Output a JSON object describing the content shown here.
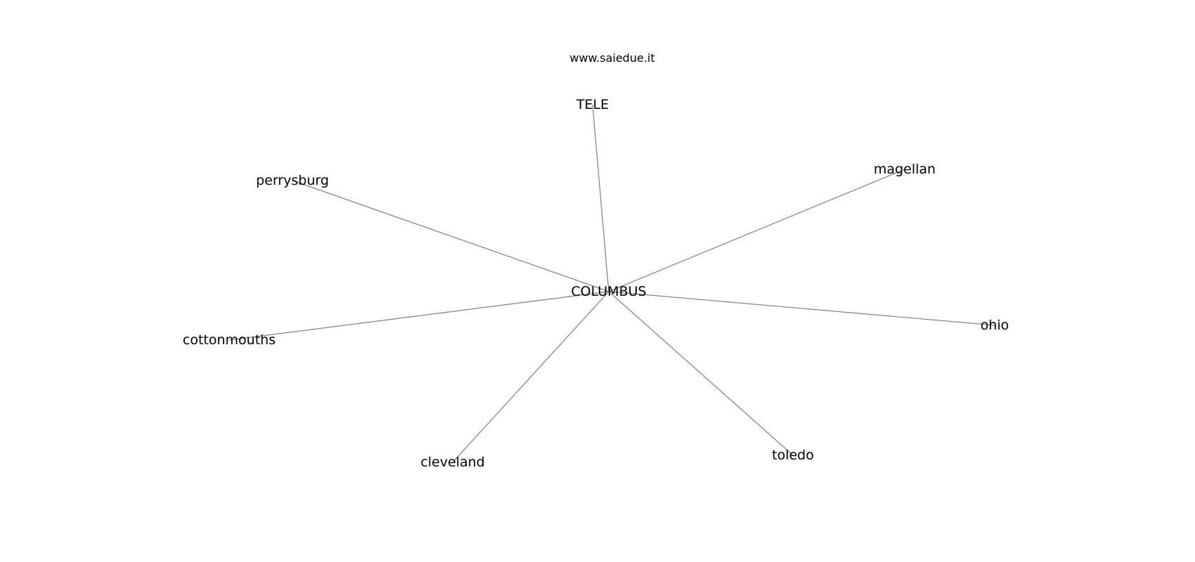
{
  "watermark": "www.saiedue.it",
  "hub": "COLUMBUS",
  "nodes": [
    {
      "id": "COLUMBUS"
    },
    {
      "id": "TELE"
    },
    {
      "id": "magellan"
    },
    {
      "id": "perrysburg"
    },
    {
      "id": "cottonmouths"
    },
    {
      "id": "ohio"
    },
    {
      "id": "cleveland"
    },
    {
      "id": "toledo"
    }
  ],
  "edges": [
    {
      "source": "COLUMBUS",
      "target": "TELE"
    },
    {
      "source": "COLUMBUS",
      "target": "magellan"
    },
    {
      "source": "COLUMBUS",
      "target": "perrysburg"
    },
    {
      "source": "COLUMBUS",
      "target": "cottonmouths"
    },
    {
      "source": "COLUMBUS",
      "target": "ohio"
    },
    {
      "source": "COLUMBUS",
      "target": "cleveland"
    },
    {
      "source": "COLUMBUS",
      "target": "toledo"
    }
  ],
  "colors": {
    "edge": "#808080",
    "text": "#000000",
    "background": "#ffffff"
  }
}
